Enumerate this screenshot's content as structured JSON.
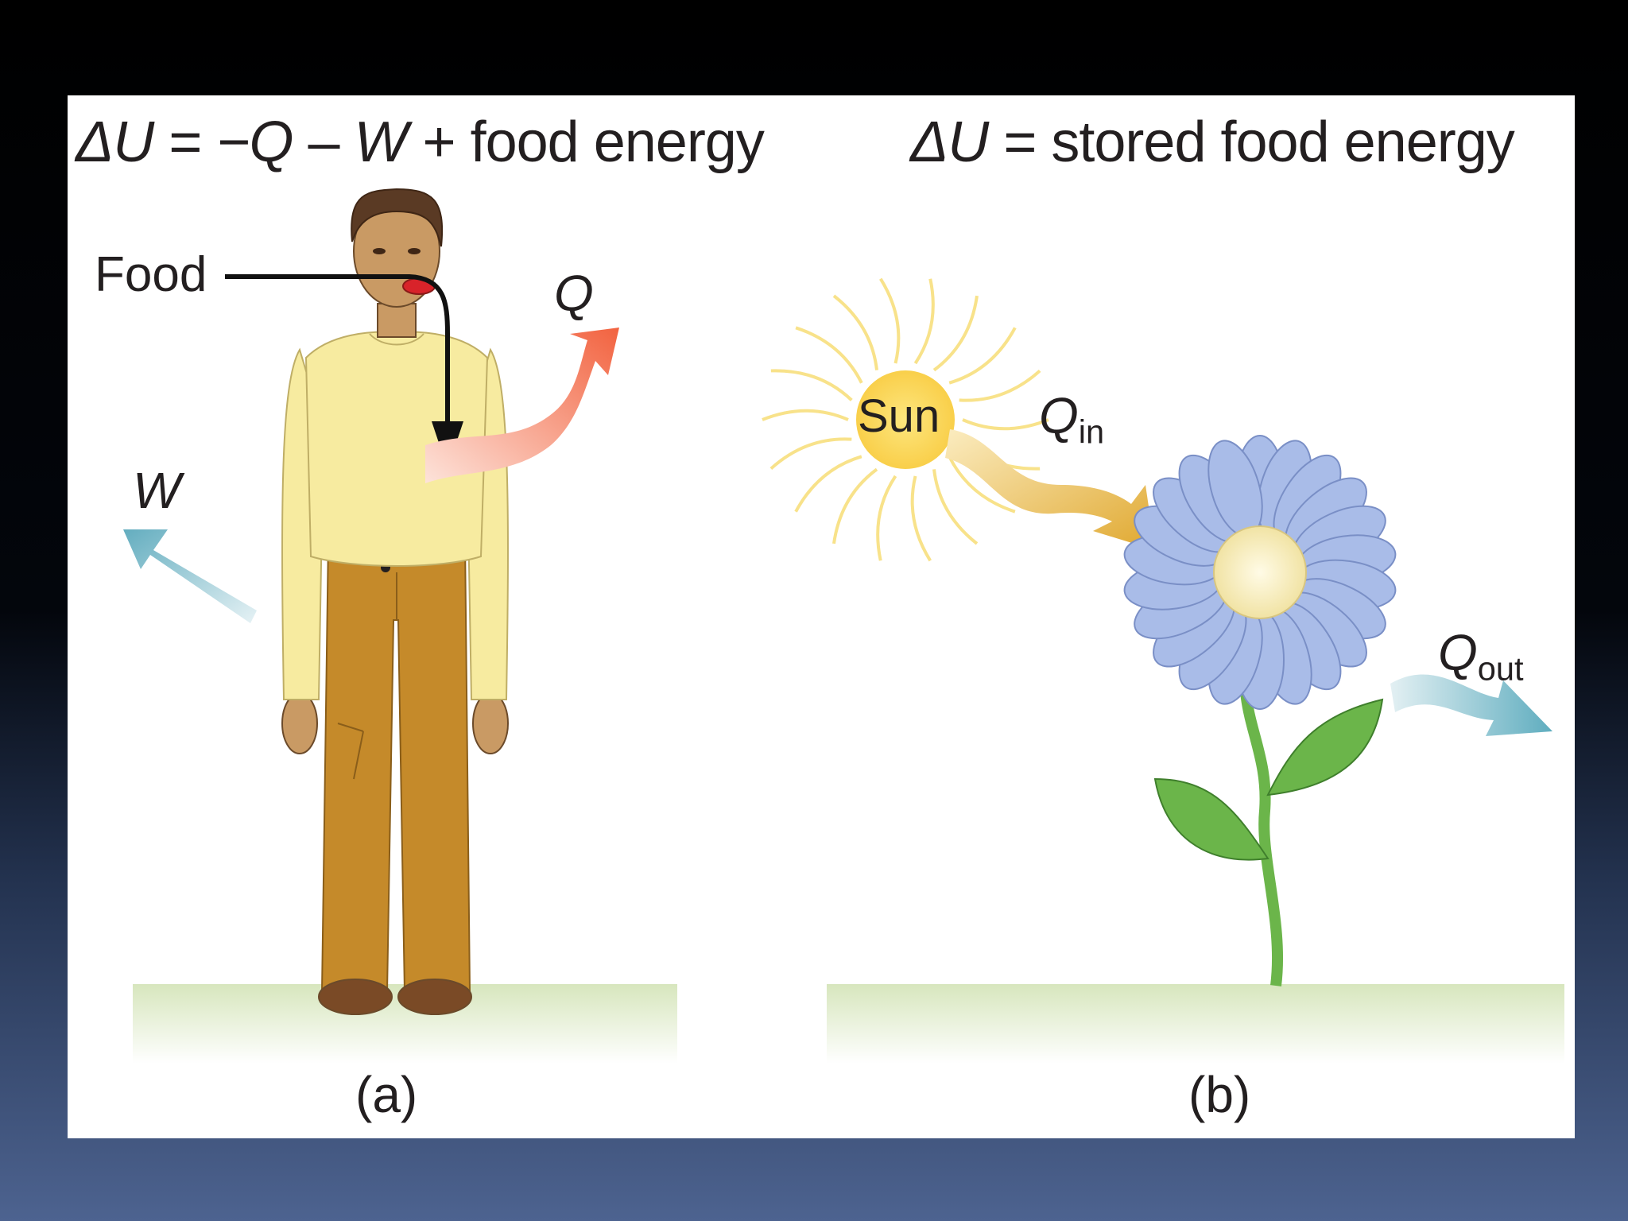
{
  "panel_a": {
    "equation": {
      "delta_u": "ΔU",
      "equals": "=",
      "minus_q": "−Q",
      "minus": "–",
      "w": "W",
      "rest": "+ food energy"
    },
    "food_label": "Food",
    "q_label": "Q",
    "w_label": "W",
    "caption": "(a)"
  },
  "panel_b": {
    "equation": {
      "delta_u": "ΔU",
      "rest": "= stored food energy"
    },
    "sun_label": "Sun",
    "q_in": {
      "symbol": "Q",
      "sub": "in"
    },
    "q_out": {
      "symbol": "Q",
      "sub": "out"
    },
    "caption": "(b)"
  },
  "colors": {
    "shirt": "#f7eba0",
    "pants": "#c58a2a",
    "skin": "#c99a64",
    "heat_arrow": "#f26b4f",
    "work_arrow": "#6fb4c5",
    "sun": "#fbd85a",
    "sun_arrow": "#e3b03c",
    "petals": "#a9bce8",
    "leaf": "#6bb54a",
    "ground": "#dbe8c2"
  }
}
